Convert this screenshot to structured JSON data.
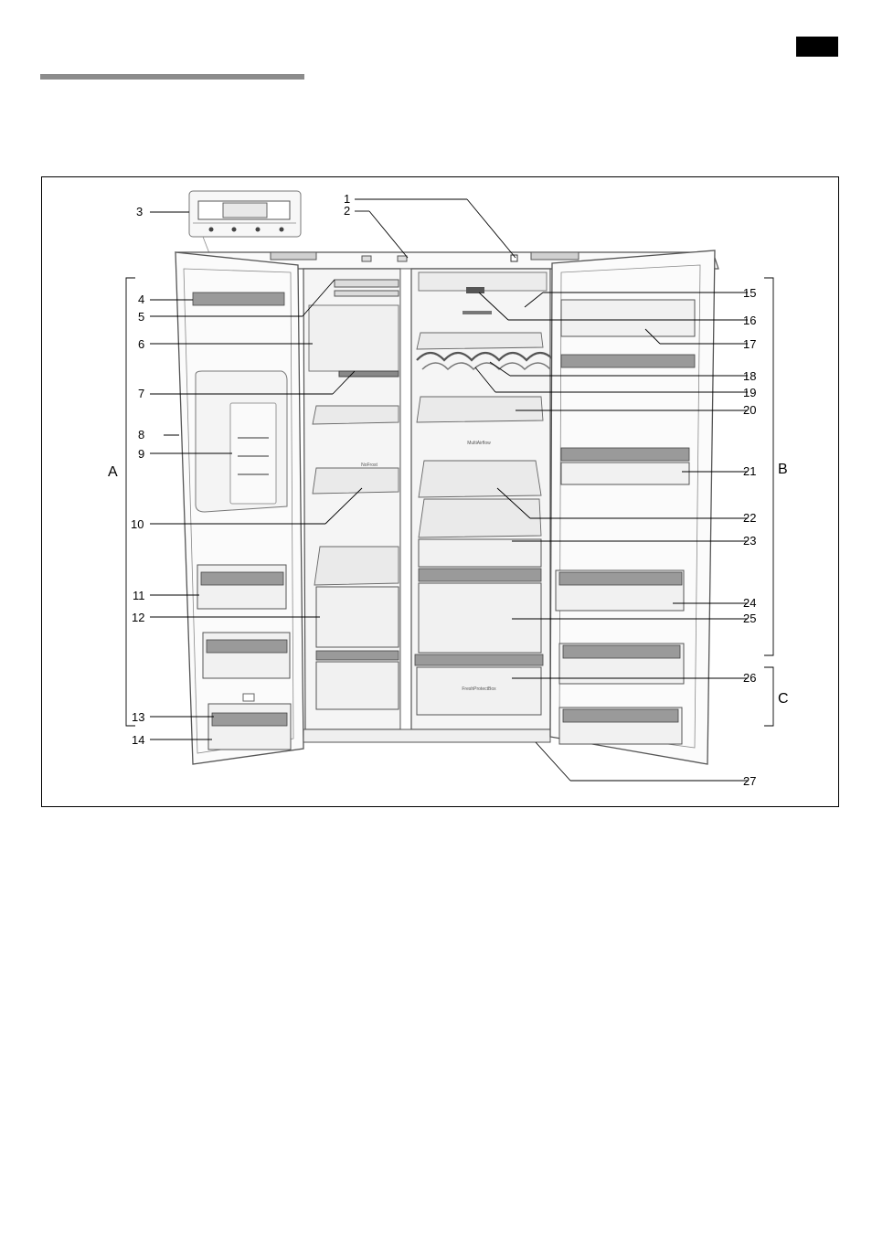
{
  "header": {
    "language_tab_color": "#000000",
    "rule_color": "#8c8c8c"
  },
  "figure": {
    "callouts": [
      {
        "num": "1",
        "part": "1"
      },
      {
        "num": "2",
        "part": "2"
      },
      {
        "num": "3",
        "part": "3"
      },
      {
        "num": "4",
        "part": "4"
      },
      {
        "num": "5",
        "part": "5"
      },
      {
        "num": "6",
        "part": "6"
      },
      {
        "num": "7",
        "part": "7"
      },
      {
        "num": "8",
        "part": "8"
      },
      {
        "num": "9",
        "part": "9"
      },
      {
        "num": "10",
        "part": "10"
      },
      {
        "num": "11",
        "part": "11"
      },
      {
        "num": "12",
        "part": "12"
      },
      {
        "num": "13",
        "part": "13"
      },
      {
        "num": "14",
        "part": "14"
      },
      {
        "num": "15",
        "part": "15"
      },
      {
        "num": "16",
        "part": "16"
      },
      {
        "num": "17",
        "part": "17"
      },
      {
        "num": "18",
        "part": "18"
      },
      {
        "num": "19",
        "part": "19"
      },
      {
        "num": "20",
        "part": "20"
      },
      {
        "num": "21",
        "part": "21"
      },
      {
        "num": "22",
        "part": "22"
      },
      {
        "num": "23",
        "part": "23"
      },
      {
        "num": "24",
        "part": "24"
      },
      {
        "num": "25",
        "part": "25"
      },
      {
        "num": "26",
        "part": "26"
      },
      {
        "num": "27",
        "part": "27"
      }
    ],
    "zones": {
      "a": "A",
      "b": "B",
      "c": "C"
    },
    "labels": {
      "nofrost": "NoFrost",
      "multiflow": "MultiAirflow",
      "freshbox": "FreshProtectBox"
    }
  }
}
